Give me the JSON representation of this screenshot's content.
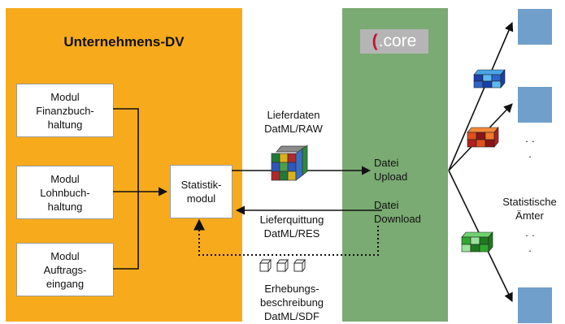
{
  "company": {
    "title": "Unternehmens-DV",
    "modules": [
      "Modul\nFinanzbuch-\nhaltung",
      "Modul\nLohnbuch-\nhaltung",
      "Modul\nAuftrags-\neingang"
    ],
    "stat_module": "Statistik-\nmodul"
  },
  "core": {
    "logo_mark": "(",
    "logo_text": ".core"
  },
  "flows": {
    "lieferdaten": "Lieferdaten\nDatML/RAW",
    "upload": "Datei\nUpload",
    "download": "Datei\nDownload",
    "lieferquittung": "Lieferquittung\nDatML/RES",
    "erhebung": "Erhebungs-\nbeschreibung\nDatML/SDF"
  },
  "agencies": {
    "label": "Statistische\nÄmter",
    "dots": "·\n·\n·"
  },
  "colors": {
    "orange": "#f7ab1c",
    "green": "#7aab72",
    "agency_blue": "#6f9fca",
    "logo_gray": "#b5b5b5",
    "logo_red": "#c3122f"
  }
}
